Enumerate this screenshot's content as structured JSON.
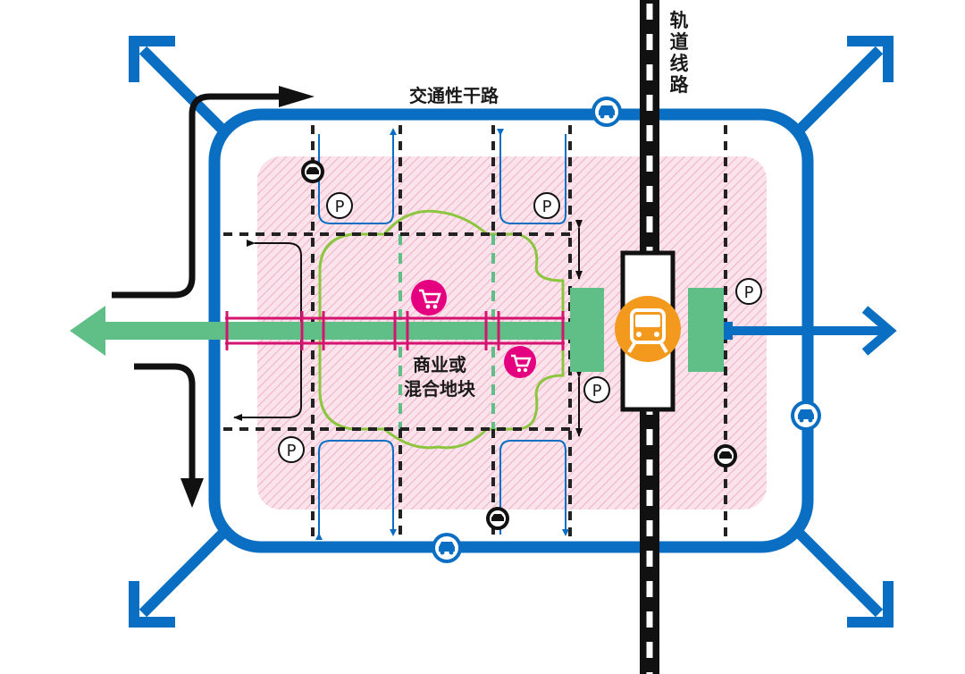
{
  "labels": {
    "arterial_road": "交通性干路",
    "rail_line": [
      "轨",
      "道",
      "线",
      "路"
    ],
    "district": [
      "商业或",
      "混合地块"
    ]
  },
  "icons": {
    "parking_symbol": "P",
    "parking": "parking-icon",
    "taxi": "taxi-icon",
    "shopping": "shopping-cart-icon",
    "metro": "metro-train-icon"
  },
  "colors": {
    "ring_road": "#0a6fc2",
    "pedestrian_axis": "#5fbf86",
    "commercial_block": "#8cc63f",
    "zone_hatch": "#f2a9c4",
    "shop_marker": "#e4007f",
    "metro_station": "#f39a1e",
    "rail": "#111111"
  }
}
